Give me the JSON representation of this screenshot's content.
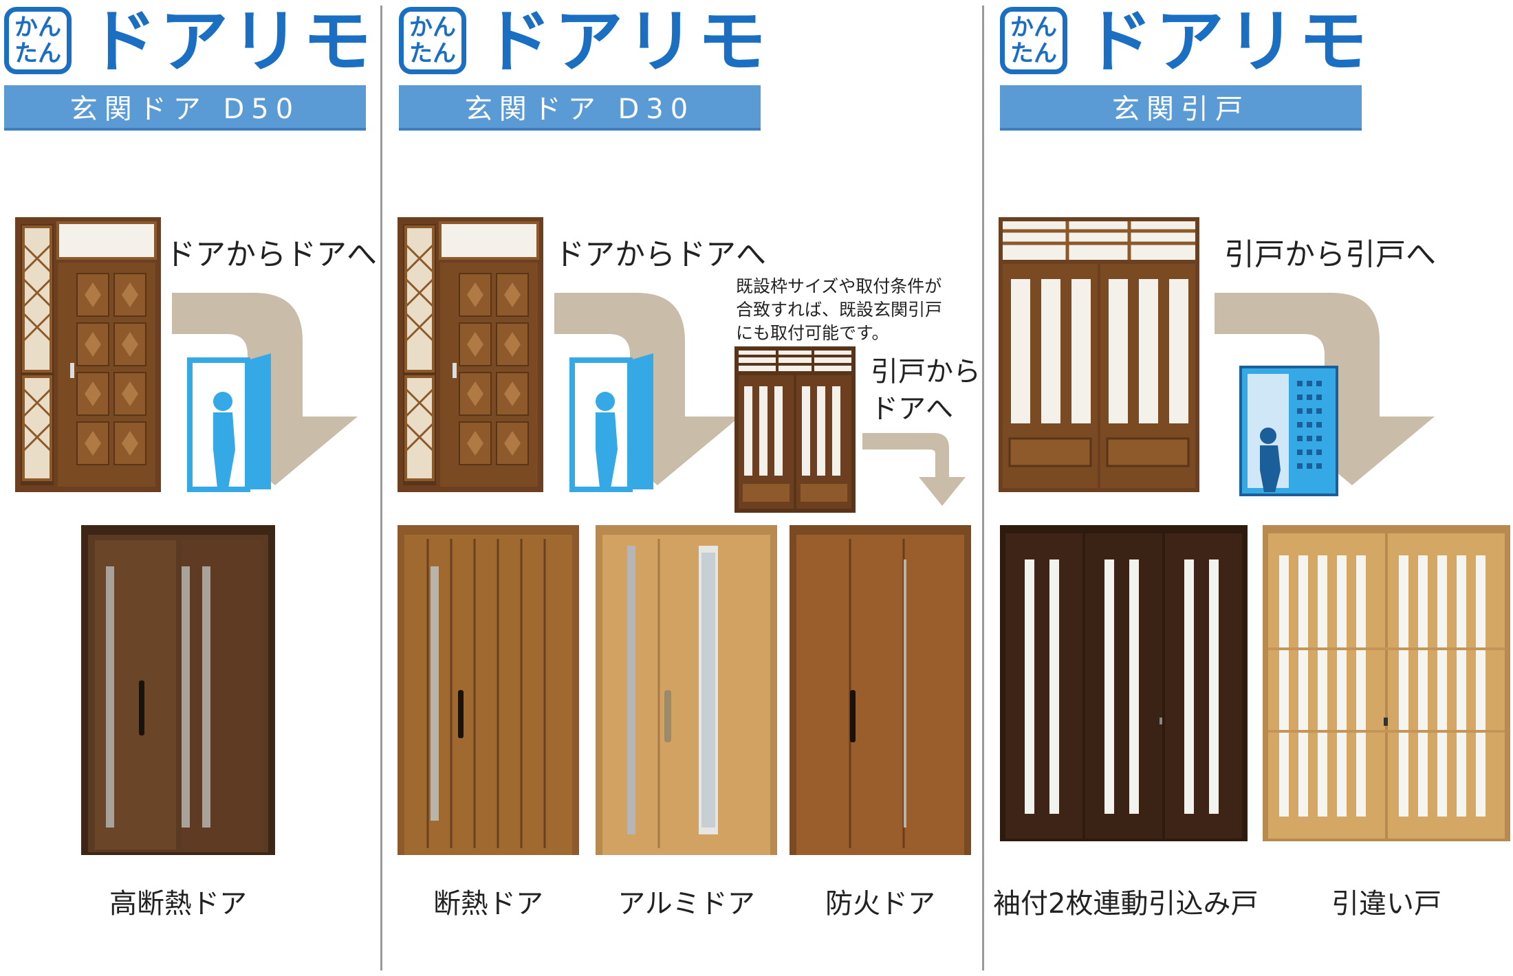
{
  "sections": [
    {
      "logo_badge": [
        "かん",
        "たん"
      ],
      "logo_text": "ドアリモ",
      "banner": "玄関ドア D50",
      "caption": "ドアからドアへ",
      "products": [
        {
          "label": "高断熱ドア"
        }
      ]
    },
    {
      "logo_badge": [
        "かん",
        "たん"
      ],
      "logo_text": "ドアリモ",
      "banner": "玄関ドア D30",
      "caption": "ドアからドアへ",
      "note": [
        "既設枠サイズや取付条件が",
        "合致すれば、既設玄関引戸",
        "にも取付可能です。"
      ],
      "sub_caption": [
        "引戸から",
        "ドアへ"
      ],
      "products": [
        {
          "label": "断熱ドア"
        },
        {
          "label": "アルミドア"
        },
        {
          "label": "防火ドア"
        }
      ]
    },
    {
      "logo_badge": [
        "かん",
        "たん"
      ],
      "logo_text": "ドアリモ",
      "banner": "玄関引戸",
      "caption": "引戸から引戸へ",
      "products": [
        {
          "label": "袖付2枚連動引込み戸"
        },
        {
          "label": "引違い戸"
        }
      ]
    }
  ],
  "colors": {
    "brand_blue": "#1b6fc3",
    "banner_blue": "#5b9bd5",
    "arrow_beige": "#c9bca9",
    "wood_dark": "#4a2f1c",
    "wood_mid": "#7a4a23",
    "wood_light": "#c98f4a",
    "illustration_blue": "#35a9e6"
  }
}
